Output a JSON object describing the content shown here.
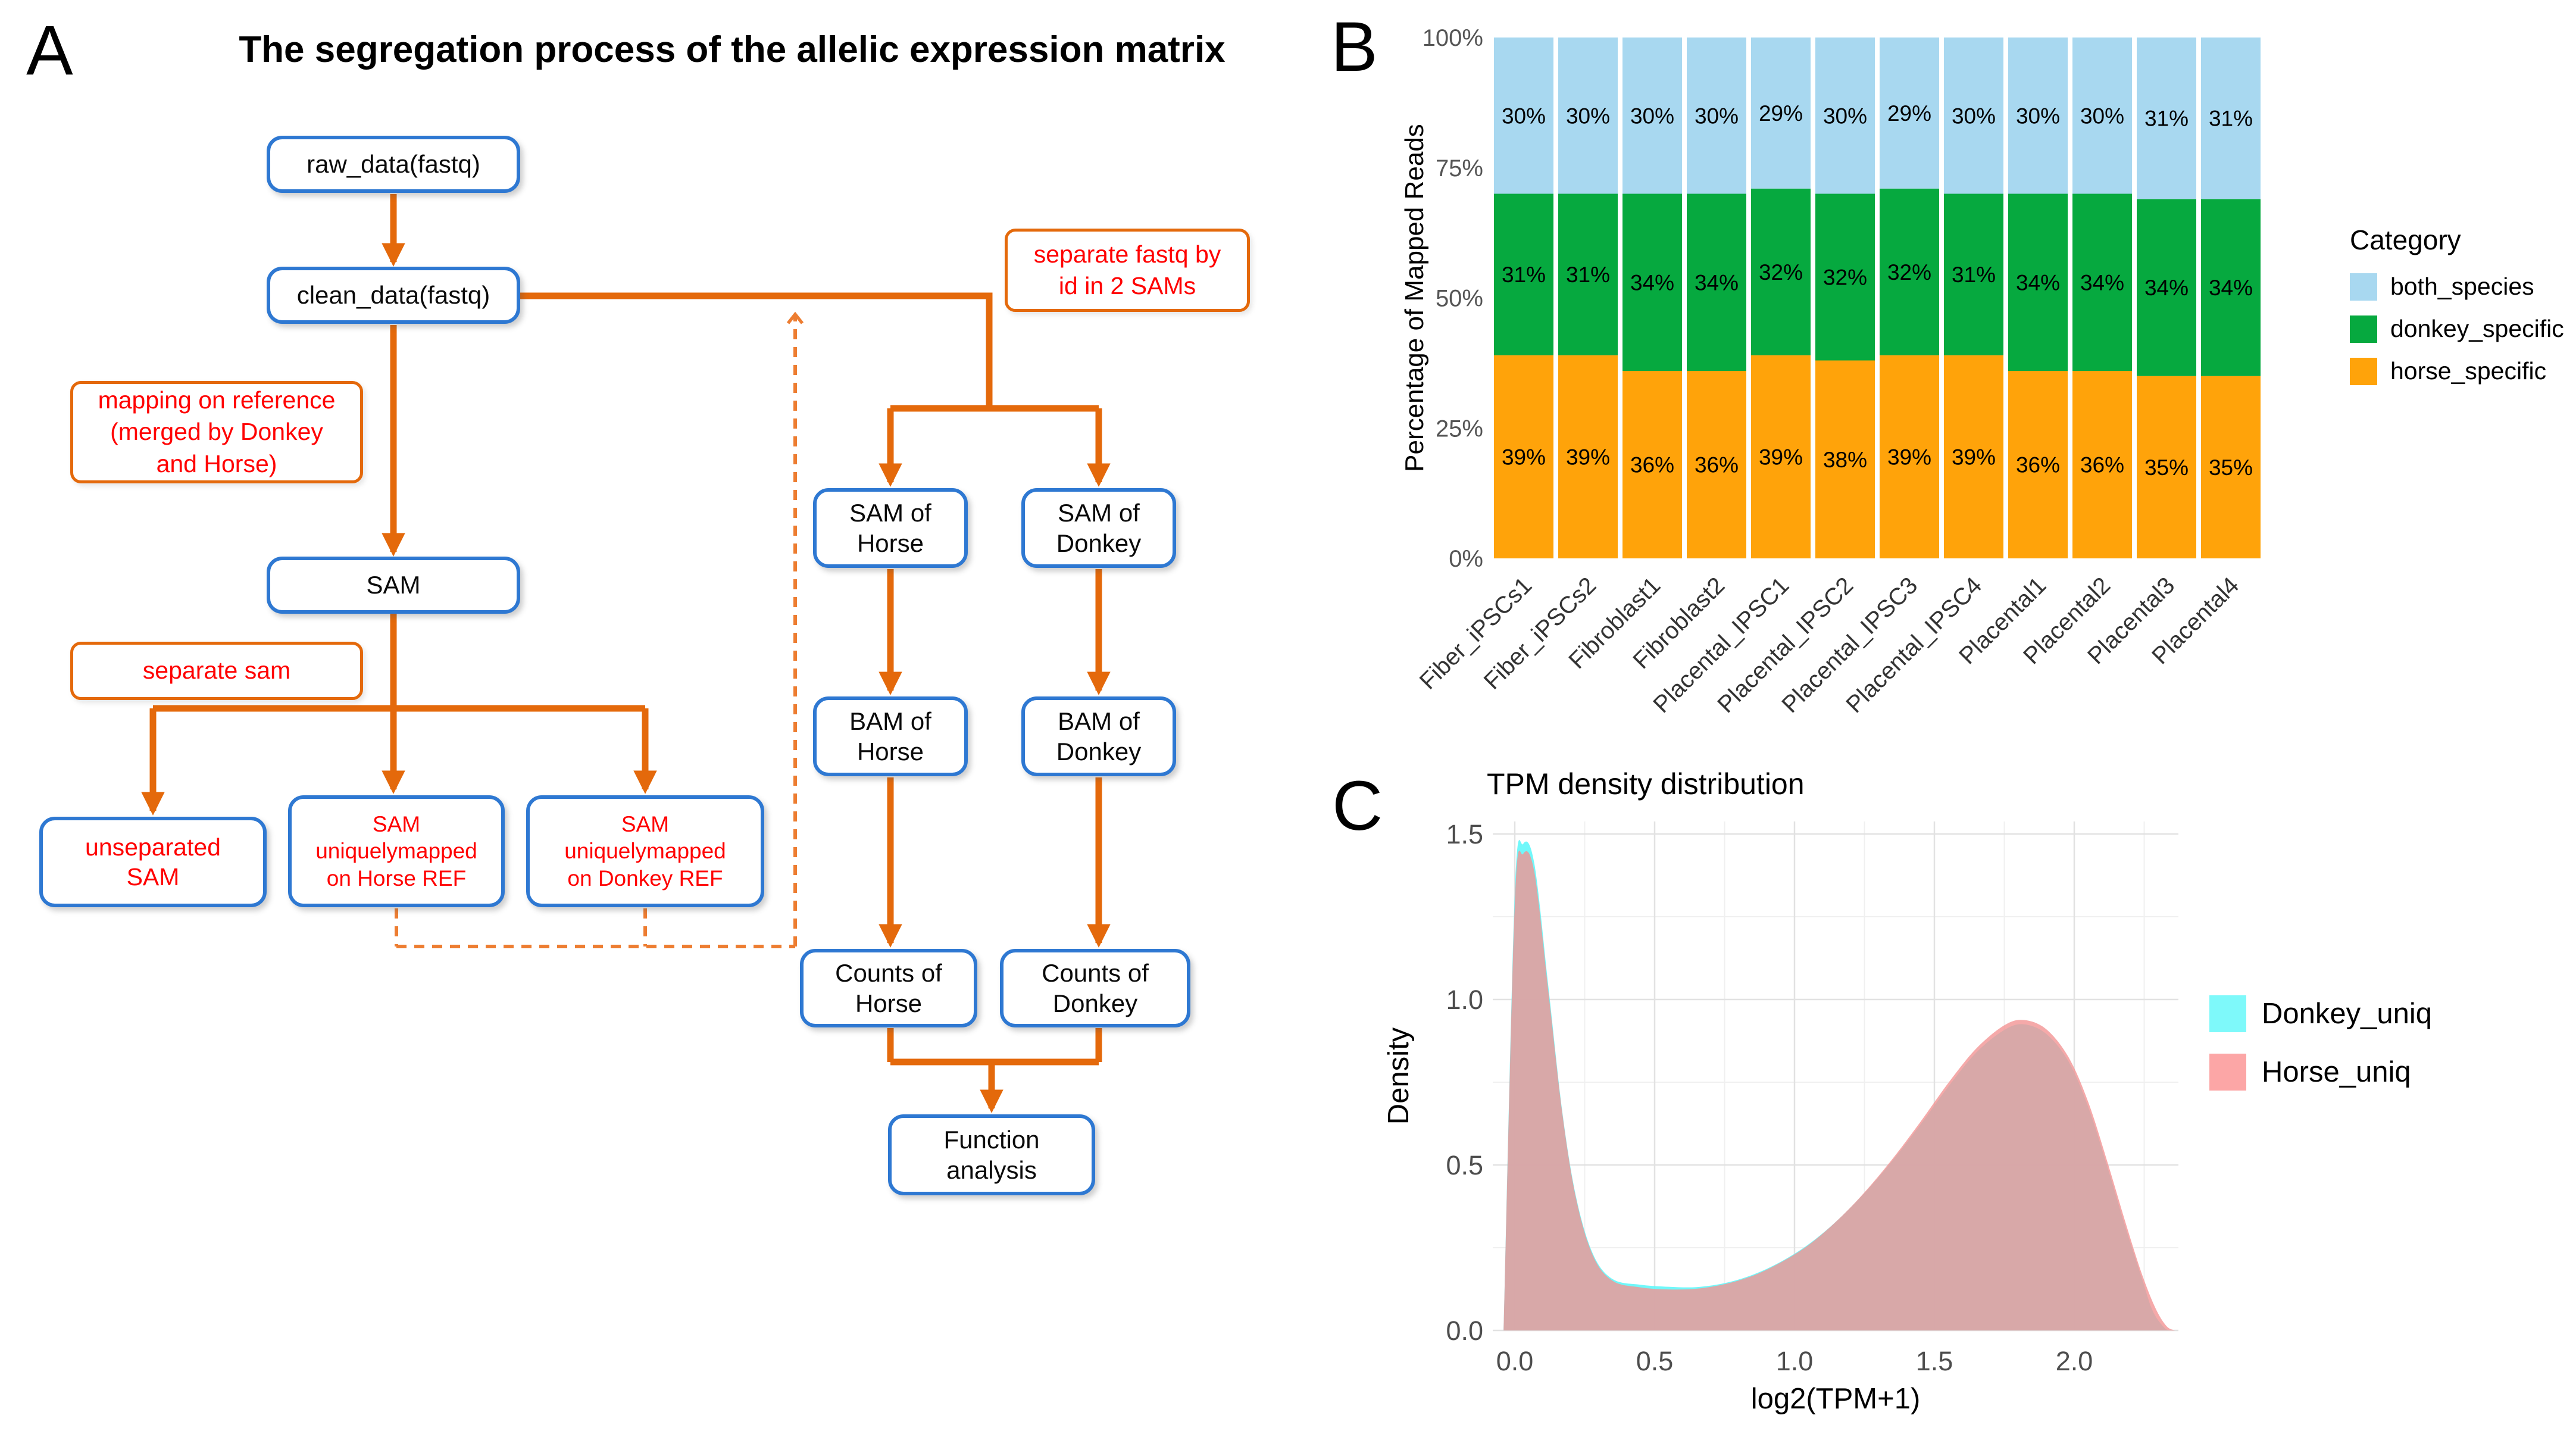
{
  "figure": {
    "panel_a_label": "A",
    "panel_b_label": "B",
    "panel_c_label": "C"
  },
  "flowchart": {
    "title": "The segregation process of the allelic expression matrix",
    "nodes": {
      "raw_data": "raw_data(fastq)",
      "clean_data": "clean_data(fastq)",
      "sam": "SAM",
      "unseparated_sam": "unseparated\nSAM",
      "sam_horse_ref": "SAM\nuniquelymapped\non Horse REF",
      "sam_donkey_ref": "SAM\nuniquelymapped\non Donkey REF",
      "sam_of_horse": "SAM of\nHorse",
      "sam_of_donkey": "SAM of\nDonkey",
      "bam_of_horse": "BAM of\nHorse",
      "bam_of_donkey": "BAM of\nDonkey",
      "counts_of_horse": "Counts of\nHorse",
      "counts_of_donkey": "Counts of\nDonkey",
      "function_analysis": "Function\nanalysis"
    },
    "process_labels": {
      "mapping": "mapping on reference\n(merged by Donkey\nand Horse)",
      "separate_sam": "separate sam",
      "separate_fastq": "separate fastq by\nid in 2 SAMs"
    },
    "colors": {
      "node_border": "#2E78D2",
      "arrow_solid": "#E4690B",
      "arrow_dashed": "#ED7D31",
      "label_text": "#FF0000"
    }
  },
  "chart_data": [
    {
      "type": "bar",
      "stacked": true,
      "title": "",
      "xlabel": "",
      "ylabel": "Percentage of Mapped Reads",
      "ylim": [
        0,
        100
      ],
      "value_suffix": "%",
      "categories": [
        "Fiber_iPSCs1",
        "Fiber_iPSCs2",
        "Fibroblast1",
        "Fibroblast2",
        "Placental_IPSC1",
        "Placental_IPSC2",
        "Placental_IPSC3",
        "Placental_IPSC4",
        "Placental1",
        "Placental2",
        "Placental3",
        "Placental4"
      ],
      "series": [
        {
          "name": "horse_specific",
          "color": "#FFA30A",
          "values": [
            39,
            39,
            36,
            36,
            39,
            38,
            39,
            39,
            36,
            36,
            35,
            35
          ]
        },
        {
          "name": "donkey_specific",
          "color": "#06A93F",
          "values": [
            31,
            31,
            34,
            34,
            32,
            32,
            32,
            31,
            34,
            34,
            34,
            34
          ]
        },
        {
          "name": "both_species",
          "color": "#A8D8F0",
          "values": [
            30,
            30,
            30,
            30,
            29,
            30,
            29,
            30,
            30,
            30,
            31,
            31
          ]
        }
      ],
      "y_ticks": [
        "0%",
        "25%",
        "50%",
        "75%",
        "100%"
      ],
      "y_tick_values": [
        0,
        25,
        50,
        75,
        100
      ],
      "legend": {
        "title": "Category",
        "position": "right",
        "items": [
          {
            "label": "both_species",
            "color": "#A8D8F0"
          },
          {
            "label": "donkey_specific",
            "color": "#06A93F"
          },
          {
            "label": "horse_specific",
            "color": "#FFA30A"
          }
        ]
      }
    },
    {
      "type": "area",
      "title": "TPM density distribution",
      "xlabel": "log2(TPM+1)",
      "ylabel": "Density",
      "xlim": [
        -0.07,
        2.37
      ],
      "ylim": [
        0,
        1.54
      ],
      "grid": true,
      "x_ticks": [
        "0.0",
        "0.5",
        "1.0",
        "1.5",
        "2.0"
      ],
      "x_tick_values": [
        0,
        0.5,
        1,
        1.5,
        2
      ],
      "x_minor_values": [
        0.25,
        0.75,
        1.25,
        1.75,
        2.25
      ],
      "y_ticks": [
        "0.0",
        "0.5",
        "1.0",
        "1.5"
      ],
      "y_tick_values": [
        0,
        0.5,
        1,
        1.5
      ],
      "y_minor_values": [
        0.25,
        0.75,
        1.25
      ],
      "legend": {
        "position": "right",
        "items": [
          {
            "label": "Donkey_uniq",
            "color": "#7EF9FA"
          },
          {
            "label": "Horse_uniq",
            "color": "#FCA6A6"
          }
        ]
      },
      "series": [
        {
          "name": "Donkey_uniq",
          "fill": "rgba(96,247,250,0.9)",
          "points": [
            [
              -0.04,
              0
            ],
            [
              0,
              1.32
            ],
            [
              0.03,
              1.47
            ],
            [
              0.07,
              1.41
            ],
            [
              0.12,
              1.04
            ],
            [
              0.17,
              0.66
            ],
            [
              0.22,
              0.4
            ],
            [
              0.28,
              0.23
            ],
            [
              0.35,
              0.155
            ],
            [
              0.45,
              0.138
            ],
            [
              0.55,
              0.132
            ],
            [
              0.65,
              0.131
            ],
            [
              0.75,
              0.143
            ],
            [
              0.85,
              0.168
            ],
            [
              0.95,
              0.207
            ],
            [
              1.05,
              0.26
            ],
            [
              1.15,
              0.33
            ],
            [
              1.25,
              0.415
            ],
            [
              1.35,
              0.513
            ],
            [
              1.45,
              0.622
            ],
            [
              1.55,
              0.737
            ],
            [
              1.65,
              0.84
            ],
            [
              1.75,
              0.908
            ],
            [
              1.82,
              0.925
            ],
            [
              1.9,
              0.896
            ],
            [
              1.98,
              0.812
            ],
            [
              2.05,
              0.675
            ],
            [
              2.12,
              0.49
            ],
            [
              2.18,
              0.32
            ],
            [
              2.24,
              0.162
            ],
            [
              2.28,
              0.06
            ],
            [
              2.32,
              0.01
            ],
            [
              2.34,
              0
            ]
          ]
        },
        {
          "name": "Horse_uniq",
          "fill": "rgba(242,148,148,0.8)",
          "points": [
            [
              -0.04,
              0
            ],
            [
              0,
              1.29
            ],
            [
              0.03,
              1.44
            ],
            [
              0.07,
              1.385
            ],
            [
              0.12,
              1.025
            ],
            [
              0.17,
              0.655
            ],
            [
              0.22,
              0.395
            ],
            [
              0.28,
              0.225
            ],
            [
              0.35,
              0.15
            ],
            [
              0.45,
              0.13
            ],
            [
              0.55,
              0.124
            ],
            [
              0.65,
              0.126
            ],
            [
              0.75,
              0.14
            ],
            [
              0.85,
              0.165
            ],
            [
              0.95,
              0.205
            ],
            [
              1.05,
              0.258
            ],
            [
              1.15,
              0.33
            ],
            [
              1.25,
              0.417
            ],
            [
              1.35,
              0.518
            ],
            [
              1.45,
              0.63
            ],
            [
              1.55,
              0.748
            ],
            [
              1.65,
              0.852
            ],
            [
              1.75,
              0.922
            ],
            [
              1.82,
              0.938
            ],
            [
              1.9,
              0.91
            ],
            [
              1.98,
              0.825
            ],
            [
              2.05,
              0.69
            ],
            [
              2.12,
              0.505
            ],
            [
              2.18,
              0.335
            ],
            [
              2.24,
              0.175
            ],
            [
              2.29,
              0.068
            ],
            [
              2.33,
              0.013
            ],
            [
              2.36,
              0
            ]
          ]
        }
      ]
    }
  ]
}
